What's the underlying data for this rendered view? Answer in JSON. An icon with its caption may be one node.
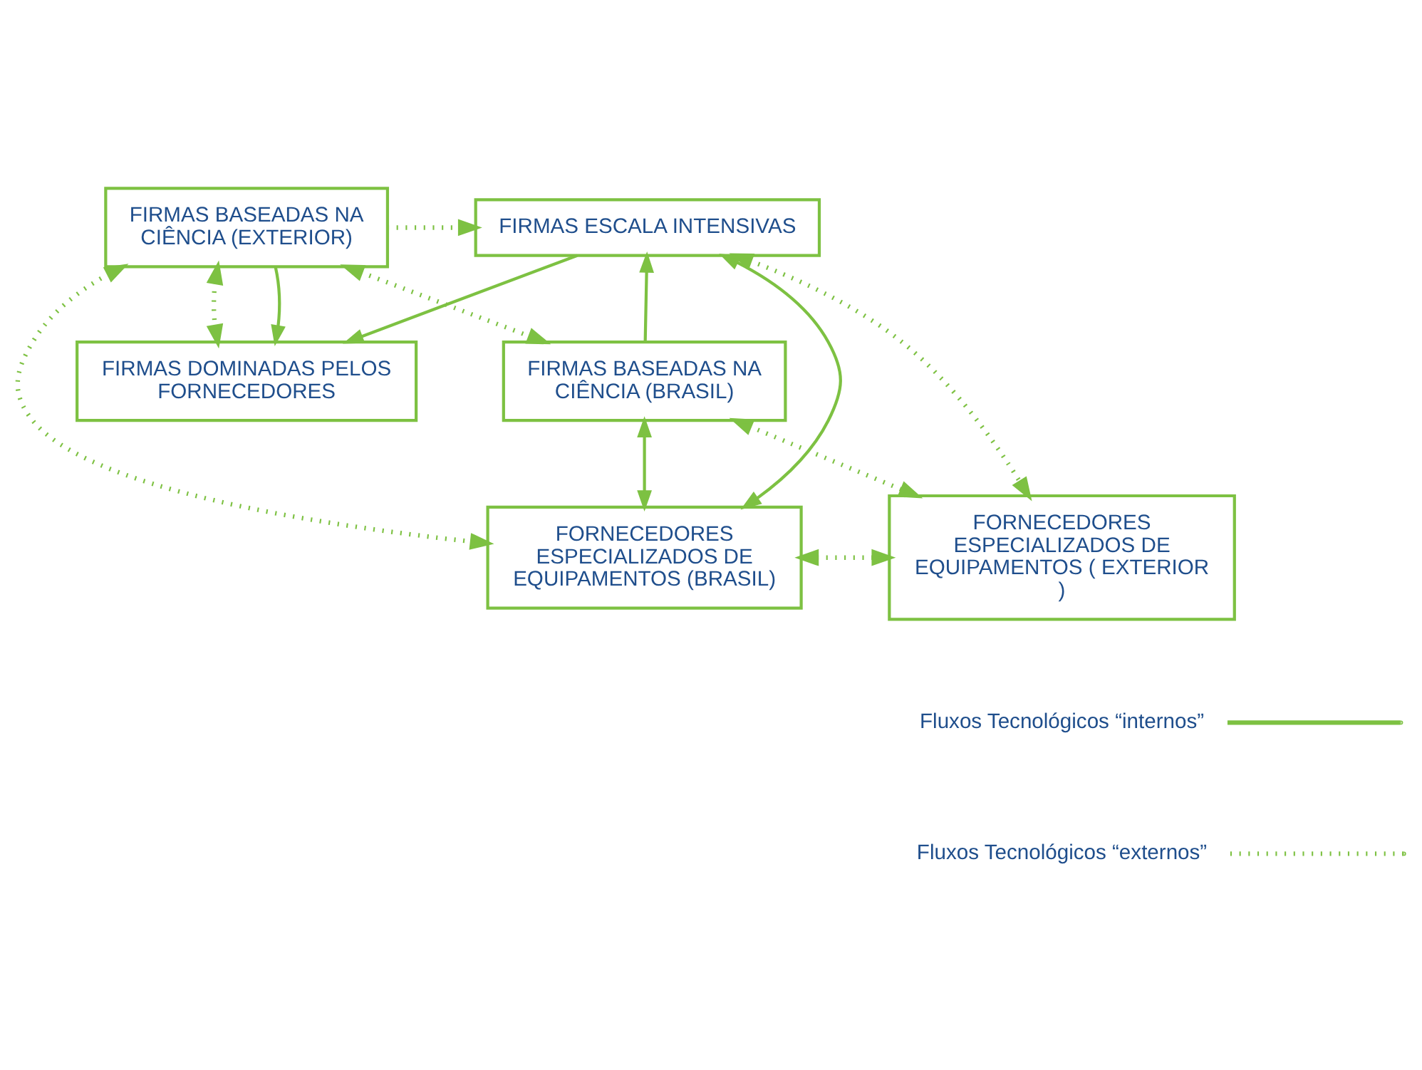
{
  "diagram": {
    "nodes": [
      {
        "text": [
          "FIRMAS DOMINADAS PELOS FORNECEDORES"
        ]
      },
      {
        "text": [
          "FIRMAS BASEADAS NA CIÊNCIA (EXTERIOR)"
        ]
      },
      {
        "text": [
          "FIRMAS ESCALA INTENSIVAS"
        ]
      },
      {
        "text": [
          "FIRMAS BASEADAS NA CIÊNCIA (BRASIL)"
        ]
      },
      {
        "text": [
          "FORNECEDORES ESPECIALIZADOS DE EQUIPAMENTOS (BRASIL)"
        ]
      },
      {
        "text": [
          "FORNECEDORES ESPECIALIZADOS DE EQUIPAMENTOS ( EXTERIOR )"
        ]
      }
    ],
    "edges": [
      {
        "from": 1,
        "to": 0,
        "arrow": "both",
        "style": "dashed"
      },
      {
        "from": 1,
        "to": 0,
        "arrow": "to"
      },
      {
        "from": 2,
        "to": 0,
        "arrow": "to"
      },
      {
        "from": 1,
        "to": 2,
        "arrow": "to",
        "style": "dashed"
      },
      {
        "from": 3,
        "to": 2,
        "arrow": "to"
      },
      {
        "from": 1,
        "to": 3,
        "arrow": "both",
        "style": "dashed"
      },
      {
        "from": 1,
        "to": 4,
        "arrow": "both",
        "style": "dashed"
      },
      {
        "from": 3,
        "to": 5,
        "arrow": "both",
        "style": "dashed"
      },
      {
        "from": 4,
        "to": 2,
        "arrow": "both"
      },
      {
        "from": 3,
        "to": 4,
        "arrow": "both"
      },
      {
        "from": 4,
        "to": 5,
        "arrow": "both",
        "style": "dashed"
      },
      {
        "from": 2,
        "to": 5,
        "arrow": "both",
        "style": "dashed"
      }
    ],
    "legend": [
      {
        "text": "Fluxos Tecnológicos “internos”"
      },
      {
        "text": "Fluxos Tecnológicos “externos”"
      }
    ]
  }
}
